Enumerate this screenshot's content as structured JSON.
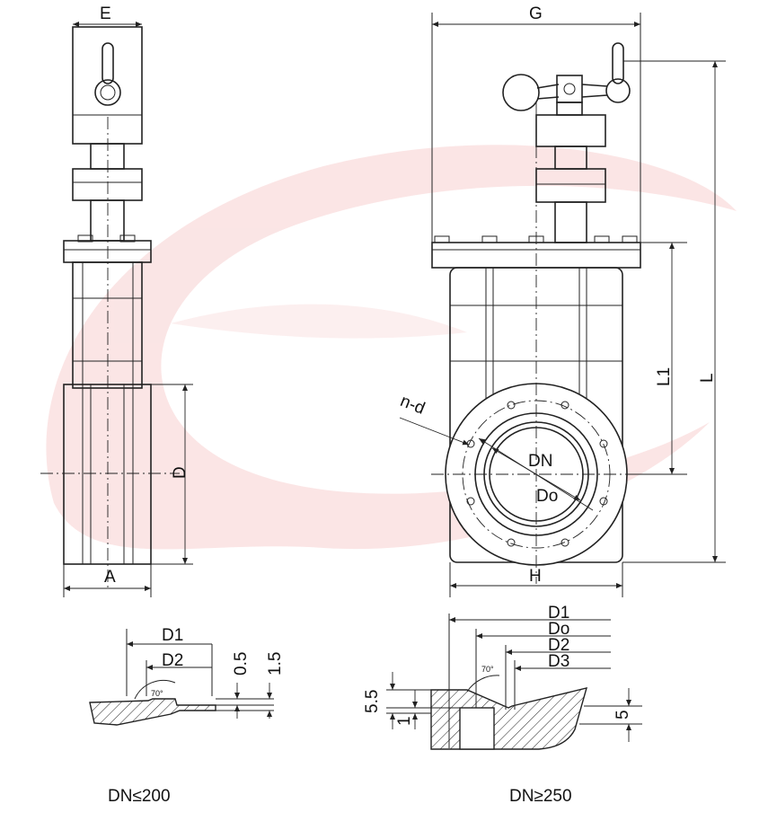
{
  "watermark": {
    "color": "#f5c6c6"
  },
  "labels": {
    "E": "E",
    "G": "G",
    "A": "A",
    "D": "D",
    "H": "H",
    "L": "L",
    "L1": "L1",
    "n_d": "n-d",
    "DN": "DN",
    "Do": "Do"
  },
  "detail_small": {
    "D1": "D1",
    "D2": "D2",
    "dim_0_5": "0.5",
    "dim_1_5": "1.5",
    "angle": "70°",
    "caption": "DN≤200"
  },
  "detail_large": {
    "D1": "D1",
    "Do": "Do",
    "D2": "D2",
    "D3": "D3",
    "dim_5_5": "5.5",
    "dim_1": "1",
    "dim_5": "5",
    "angle": "70°",
    "caption": "DN≥250"
  }
}
